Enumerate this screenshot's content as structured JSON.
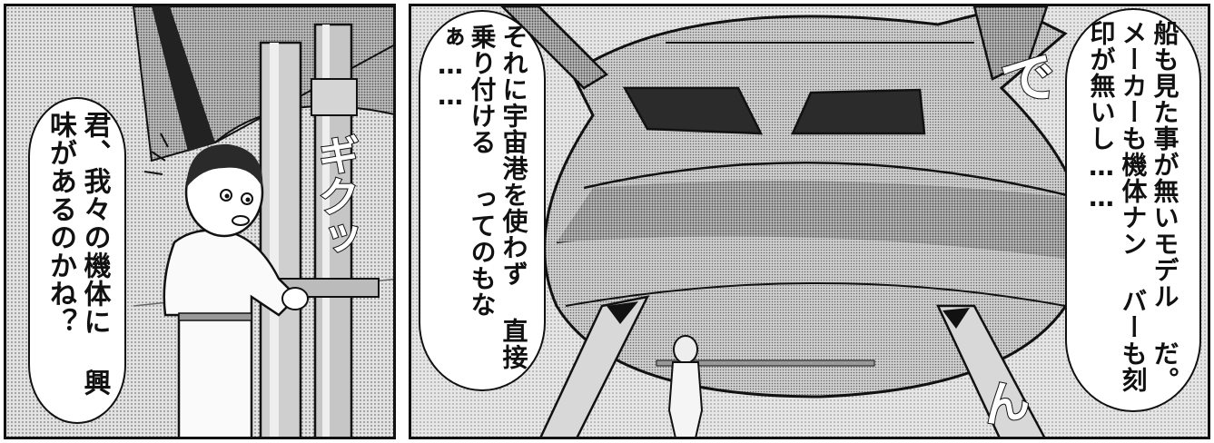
{
  "panel_left": {
    "speech": [
      "君、我々の機体に",
      "興味があるのかね？"
    ],
    "sfx": "ギクッ"
  },
  "panel_right": {
    "speech_left": [
      "それに宇宙港を使わず",
      "直接乗り付ける",
      "ってのもなぁ……"
    ],
    "speech_right": [
      "船も見た事が無いモデル",
      "だ。メーカーも機体ナン",
      "バーも刻印が無いし……"
    ],
    "sfx": "で",
    "sfx2": "ん"
  }
}
